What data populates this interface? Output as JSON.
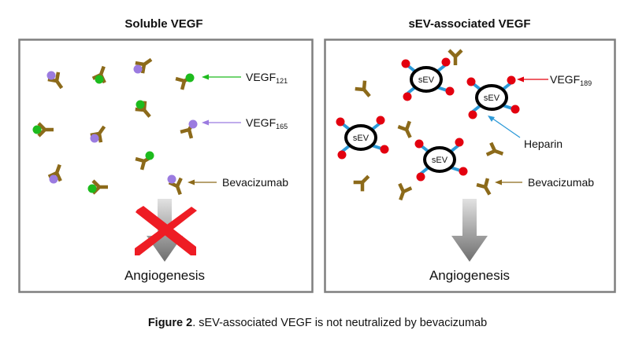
{
  "left_panel": {
    "title": "Soluble VEGF",
    "label_vegf121": {
      "base": "VEGF",
      "sub": "121"
    },
    "label_vegf165": {
      "base": "VEGF",
      "sub": "165"
    },
    "label_bevacizumab": "Bevacizumab",
    "outcome": "Angiogenesis",
    "outcome_blocked": true
  },
  "right_panel": {
    "title": "sEV-associated VEGF",
    "label_vegf189": {
      "base": "VEGF",
      "sub": "189"
    },
    "label_heparin": "Heparin",
    "label_bevacizumab": "Bevacizumab",
    "vesicle_label": "sEV",
    "outcome": "Angiogenesis",
    "outcome_blocked": false
  },
  "caption": {
    "bold": "Figure 2",
    "text": ". sEV-associated VEGF is not neutralized by bevacizumab"
  },
  "colors": {
    "antibody": "#8c6a1a",
    "vegf121": "#1dbb1d",
    "vegf165": "#9b7be0",
    "vegf189": "#e3000f",
    "heparin": "#2d9ad8",
    "block_x": "#ee1c24",
    "frame": "#7f7f7f"
  }
}
